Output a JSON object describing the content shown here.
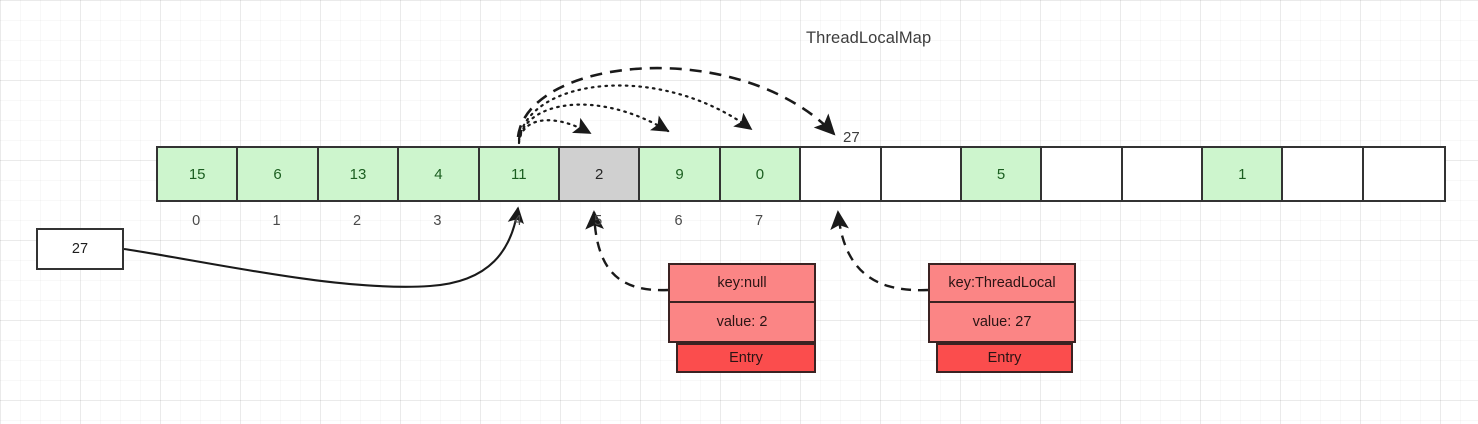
{
  "diagram": {
    "title": "ThreadLocalMap",
    "source_box": {
      "label": "27",
      "name": "incoming-value-box"
    },
    "arrow_tag": "27",
    "array": {
      "cells": [
        {
          "value": "15",
          "state": "filled"
        },
        {
          "value": "6",
          "state": "filled"
        },
        {
          "value": "13",
          "state": "filled"
        },
        {
          "value": "4",
          "state": "filled"
        },
        {
          "value": "11",
          "state": "filled"
        },
        {
          "value": "2",
          "state": "stale"
        },
        {
          "value": "9",
          "state": "filled"
        },
        {
          "value": "0",
          "state": "filled"
        },
        {
          "value": "",
          "state": "empty"
        },
        {
          "value": "",
          "state": "empty"
        },
        {
          "value": "5",
          "state": "filled"
        },
        {
          "value": "",
          "state": "empty"
        },
        {
          "value": "",
          "state": "empty"
        },
        {
          "value": "1",
          "state": "filled"
        },
        {
          "value": "",
          "state": "empty"
        },
        {
          "value": "",
          "state": "empty"
        }
      ],
      "indices": [
        "0",
        "1",
        "2",
        "3",
        "4",
        "5",
        "6",
        "7"
      ]
    },
    "entries": [
      {
        "id": "stale-entry",
        "key_label": "key:null",
        "value_label": "value: 2",
        "footer_label": "Entry"
      },
      {
        "id": "new-entry",
        "key_label": "key:ThreadLocal",
        "value_label": "value: 27",
        "footer_label": "Entry"
      }
    ],
    "colors": {
      "filled_cell": "#cdf5cd",
      "filled_text": "#1b5e20",
      "stale_cell": "#d0d0d0",
      "empty_cell": "#ffffff",
      "cell_border": "#333333",
      "entry_field": "#fb8585",
      "entry_footer": "#fb4d4d",
      "entry_border": "#3b2222",
      "connector": "#1a1a1a",
      "grid": "#e8e8e8"
    }
  }
}
